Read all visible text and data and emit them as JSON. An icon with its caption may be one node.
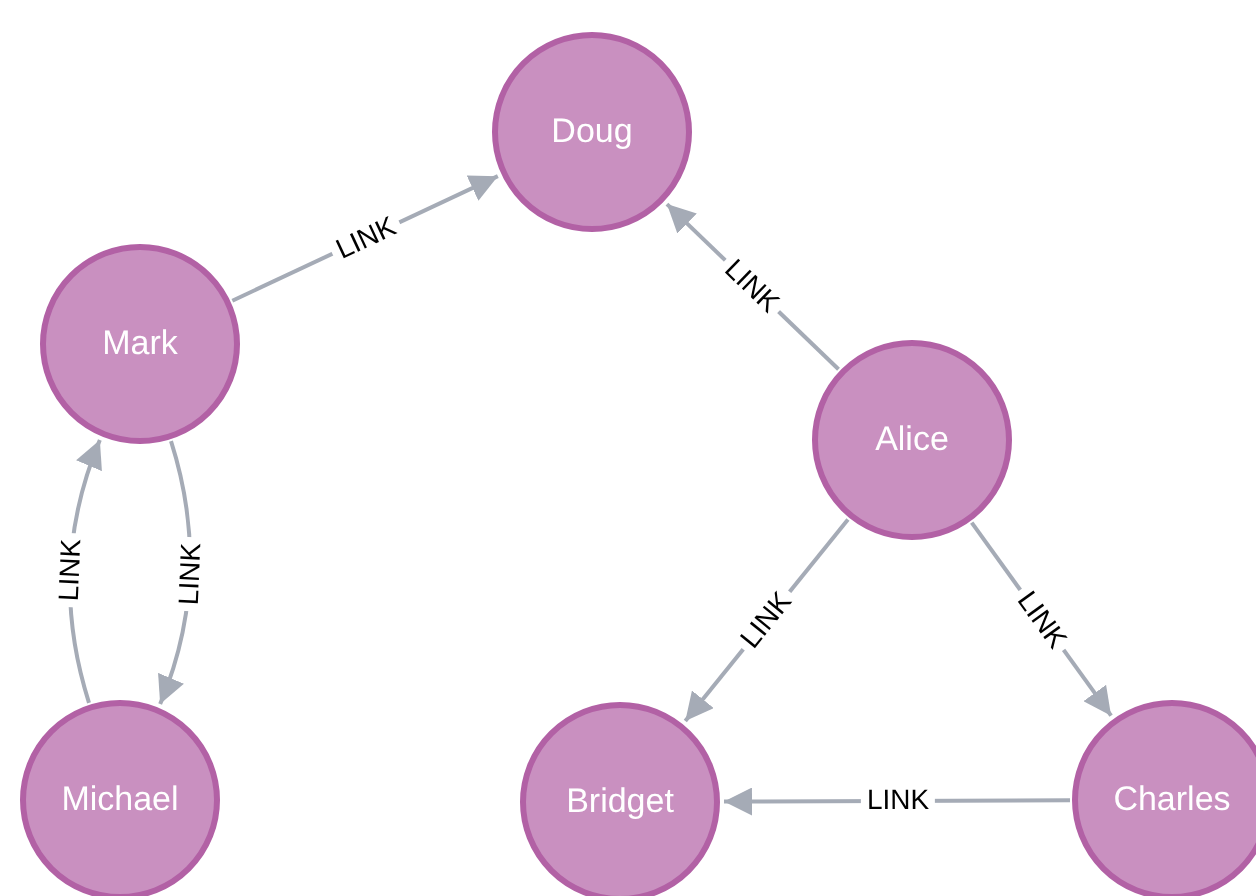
{
  "diagram": {
    "nodes": [
      {
        "text": [
          "Doug"
        ]
      },
      {
        "text": [
          "Mark"
        ]
      },
      {
        "text": [
          "Alice"
        ]
      },
      {
        "text": [
          "Michael"
        ]
      },
      {
        "text": [
          "Bridget"
        ]
      },
      {
        "text": [
          "Charles"
        ]
      }
    ],
    "edges": [
      {
        "from": 1,
        "to": 0,
        "arrow": "to",
        "label": "LINK"
      },
      {
        "from": 2,
        "to": 0,
        "arrow": "to",
        "label": "LINK"
      },
      {
        "from": 3,
        "to": 1,
        "arrow": "to",
        "label": "LINK"
      },
      {
        "from": 1,
        "to": 3,
        "arrow": "to",
        "label": "LINK"
      },
      {
        "from": 2,
        "to": 4,
        "arrow": "to",
        "label": "LINK"
      },
      {
        "from": 2,
        "to": 5,
        "arrow": "to",
        "label": "LINK"
      },
      {
        "from": 5,
        "to": 4,
        "arrow": "to",
        "label": "LINK"
      }
    ]
  }
}
